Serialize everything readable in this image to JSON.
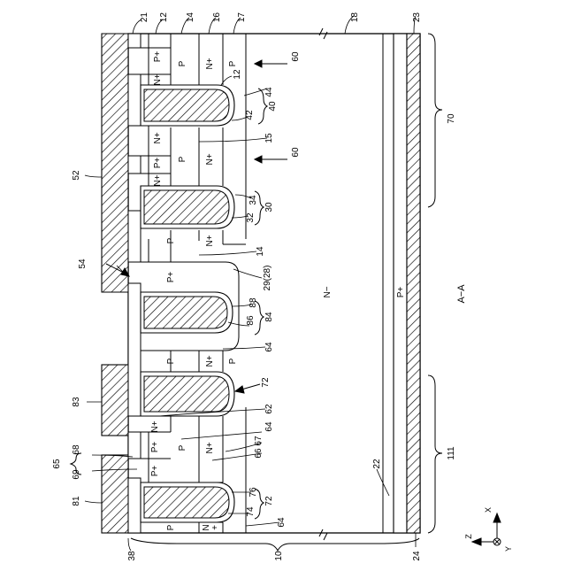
{
  "section_label": "A−A",
  "region_labels": {
    "p_plus_1": "P+",
    "p_1": "P",
    "n_plus_1": "N+",
    "p_2": "P",
    "n_plus_2": "N+",
    "n_plus_3": "N+",
    "p_plus_2": "P+",
    "p_3": "P",
    "n_plus_4": "N+",
    "n_plus_5": "N+",
    "p_4": "P",
    "n_plus_6": "N+",
    "p_plus_3": "P+",
    "p_5": "P",
    "n_plus_7": "N+",
    "p_6": "P",
    "n_plus_8": "N+",
    "p_7": "P",
    "n_plus_9": "N+",
    "p_plus_4": "P+",
    "p_plus_5": "P+",
    "p_8": "P",
    "n_plus_10": "N+",
    "p_9": "P",
    "n_plus_11": "N",
    "n_plus_11b": "+",
    "n_minus": "N−",
    "p_plus_bottom": "P+"
  },
  "reference_numerals": {
    "r21": "21",
    "r12a": "12",
    "r14a": "14",
    "r16": "16",
    "r17": "17",
    "r18": "18",
    "r23": "23",
    "r60a": "60",
    "r12b": "12",
    "r44": "44",
    "r42": "42",
    "r40": "40",
    "r70": "70",
    "r15": "15",
    "r60b": "60",
    "r52": "52",
    "r34": "34",
    "r32": "32",
    "r30": "30",
    "r14b": "14",
    "r54": "54",
    "r29": "29(28)",
    "r88": "88",
    "r86": "86",
    "r84": "84",
    "r64a": "64",
    "r83": "83",
    "r72a": "72",
    "r62": "62",
    "r64b": "64",
    "r67": "67",
    "r66": "66",
    "r65": "65",
    "r68": "68",
    "r69": "69",
    "r111": "111",
    "r22": "22",
    "r81": "81",
    "r76": "76",
    "r74": "74",
    "r72b": "72",
    "r64c": "64",
    "r38": "38",
    "r10": "10",
    "r24": "24"
  },
  "axes": {
    "x": "X",
    "y": "Y",
    "z": "Z"
  }
}
